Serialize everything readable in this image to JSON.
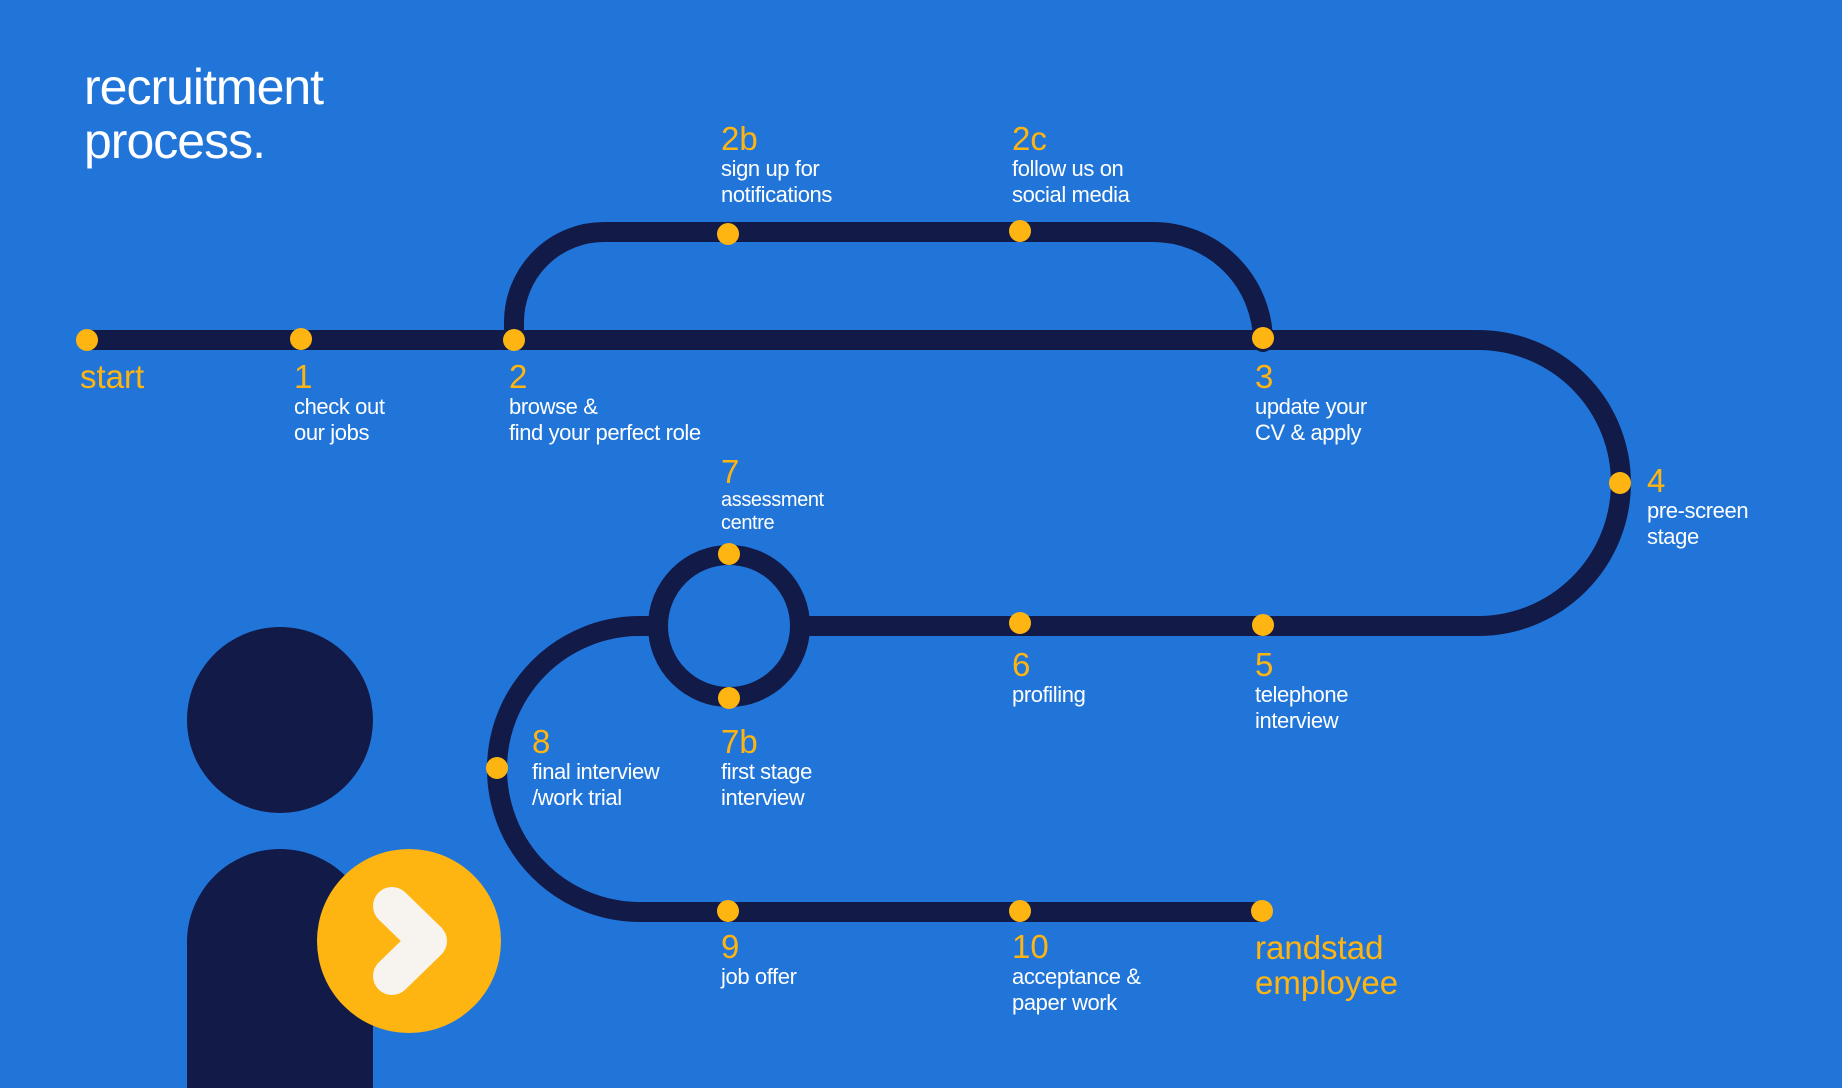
{
  "title": {
    "line1": "recruitment",
    "line2": "process."
  },
  "colors": {
    "background": "#2175d9",
    "track": "#121a48",
    "accent": "#ffb511",
    "text": "#ffffff",
    "arrow": "#f7f3ee"
  },
  "steps": {
    "start": {
      "num": "start"
    },
    "s1": {
      "num": "1",
      "line1": "check out",
      "line2": "our jobs"
    },
    "s2": {
      "num": "2",
      "line1": "browse &",
      "line2": "find your perfect role"
    },
    "s2b": {
      "num": "2b",
      "line1": "sign up for",
      "line2": "notifications"
    },
    "s2c": {
      "num": "2c",
      "line1": "follow us on",
      "line2": "social media"
    },
    "s3": {
      "num": "3",
      "line1": "update your",
      "line2": "CV & apply"
    },
    "s4": {
      "num": "4",
      "line1": "pre-screen",
      "line2": "stage"
    },
    "s5": {
      "num": "5",
      "line1": "telephone",
      "line2": "interview"
    },
    "s6": {
      "num": "6",
      "line1": "profiling"
    },
    "s7": {
      "num": "7",
      "line1": "assessment",
      "line2": "centre"
    },
    "s7b": {
      "num": "7b",
      "line1": "first stage",
      "line2": "interview"
    },
    "s8": {
      "num": "8",
      "line1": "final interview",
      "line2": "/work trial"
    },
    "s9": {
      "num": "9",
      "line1": "job offer"
    },
    "s10": {
      "num": "10",
      "line1": "acceptance &",
      "line2": "paper work"
    },
    "end": {
      "line1": "randstad",
      "line2": "employee"
    }
  },
  "logo": {
    "icon": "randstad-logo-icon"
  }
}
